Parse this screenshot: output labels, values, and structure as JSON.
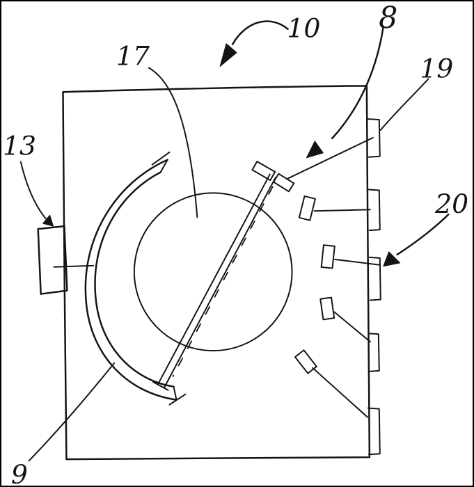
{
  "figure": {
    "labels": {
      "ref10": "10",
      "ref8": "8",
      "ref19": "19",
      "ref20": "20",
      "ref17": "17",
      "ref13": "13",
      "ref9": "9"
    }
  }
}
